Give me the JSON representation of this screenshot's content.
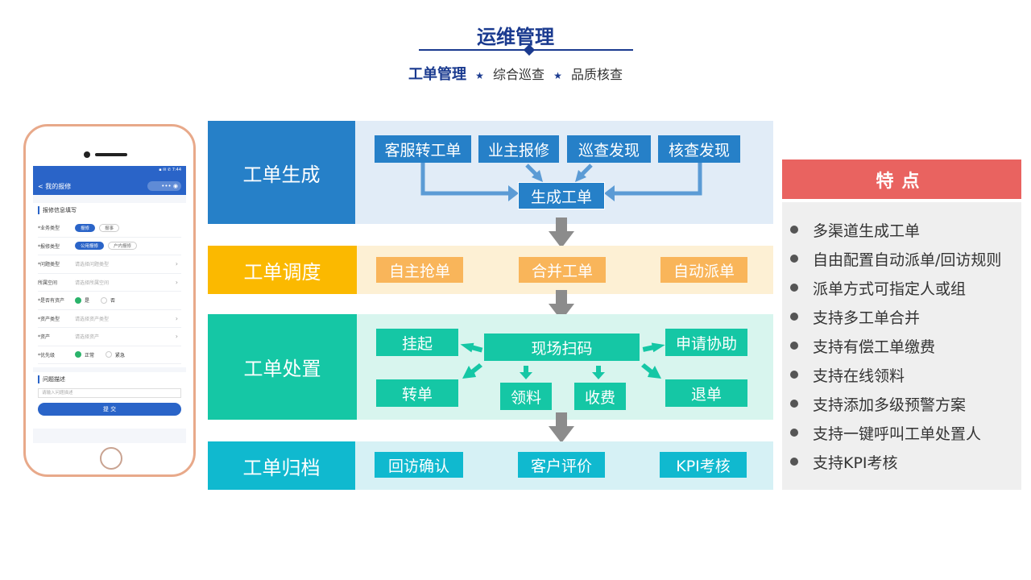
{
  "header": {
    "title": "运维管理",
    "nav": [
      {
        "label": "工单管理",
        "active": true
      },
      {
        "label": "综合巡查",
        "active": false
      },
      {
        "label": "品质核查",
        "active": false
      }
    ]
  },
  "phone": {
    "status_bar": "▪ ✉ ✆ 7:44",
    "app_title": "<  我的报修",
    "app_pill": "•••  ◉",
    "form_heading": "报修信息填写",
    "rows": [
      {
        "label": "*业务类型",
        "opt_on": "报修",
        "opt_off": "报事"
      },
      {
        "label": "*报修类型",
        "opt_on": "公用报修",
        "opt_off": "户内报修"
      },
      {
        "label": "*问题类型",
        "placeholder": "请选择问题类型"
      },
      {
        "label": "所属空间",
        "placeholder": "请选择所属空间"
      },
      {
        "label": "*是否有资产",
        "radio_on": "是",
        "radio_off": "否"
      },
      {
        "label": "*资产类型",
        "placeholder": "请选择资产类型"
      },
      {
        "label": "*资产",
        "placeholder": "请选择资产"
      },
      {
        "label": "*优先级",
        "radio_on": "正常",
        "radio_off": "紧急"
      }
    ],
    "desc_heading": "问题描述",
    "desc_placeholder": "请输入问题描述",
    "submit": "提 交"
  },
  "stages": {
    "generate": {
      "label": "工单生成",
      "sources": [
        "客服转工单",
        "业主报修",
        "巡查发现",
        "核查发现"
      ],
      "target": "生成工单"
    },
    "dispatch": {
      "label": "工单调度",
      "items": [
        "自主抢单",
        "合并工单",
        "自动派单"
      ]
    },
    "handle": {
      "label": "工单处置",
      "center": "现场扫码",
      "items": [
        "挂起",
        "申请协助",
        "转单",
        "领料",
        "收费",
        "退单"
      ]
    },
    "archive": {
      "label": "工单归档",
      "items": [
        "回访确认",
        "客户评价",
        "KPI考核"
      ]
    }
  },
  "colors": {
    "blue": "#2680c8",
    "orange": "#f9b55a",
    "yellow": "#fbb900",
    "teal": "#15c7a5",
    "cyan": "#10b9cf",
    "red": "#e96360",
    "navy": "#1a3a8f"
  },
  "features": {
    "heading": "特点",
    "items": [
      "多渠道生成工单",
      "自由配置自动派单/回访规则",
      "派单方式可指定人或组",
      "支持多工单合并",
      "支持有偿工单缴费",
      "支持在线领料",
      "支持添加多级预警方案",
      "支持一键呼叫工单处置人",
      "支持KPI考核"
    ]
  }
}
